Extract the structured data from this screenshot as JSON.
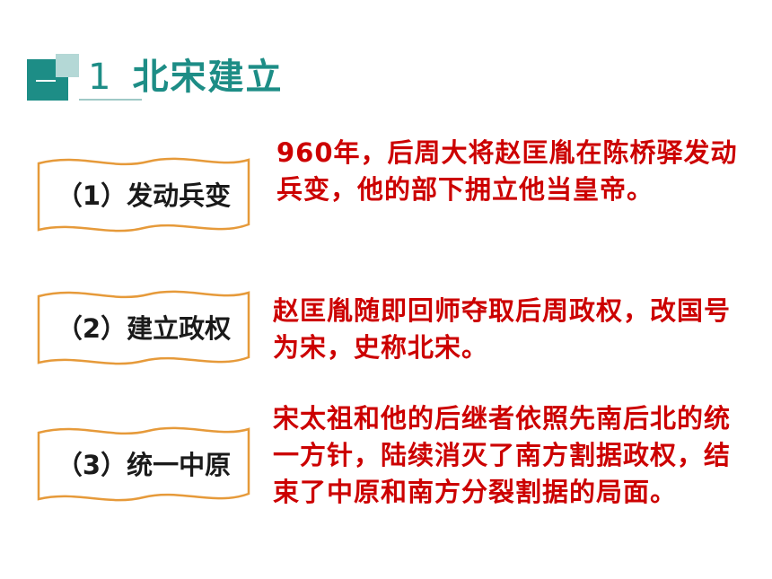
{
  "header": {
    "number": "1",
    "title": "北宋建立"
  },
  "colors": {
    "accent": "#1d8d86",
    "description": "#cc0000",
    "label_border": "#e69a3a"
  },
  "items": [
    {
      "label": "（1）发动兵变",
      "description": "960年，后周大将赵匡胤在陈桥驿发动兵变，他的部下拥立他当皇帝。"
    },
    {
      "label": "（2）建立政权",
      "description": "赵匡胤随即回师夺取后周政权，改国号为宋，史称北宋。"
    },
    {
      "label": "（3）统一中原",
      "description": "宋太祖和他的后继者依照先南后北的统一方针，陆续消灭了南方割据政权，结束了中原和南方分裂割据的局面。"
    }
  ]
}
